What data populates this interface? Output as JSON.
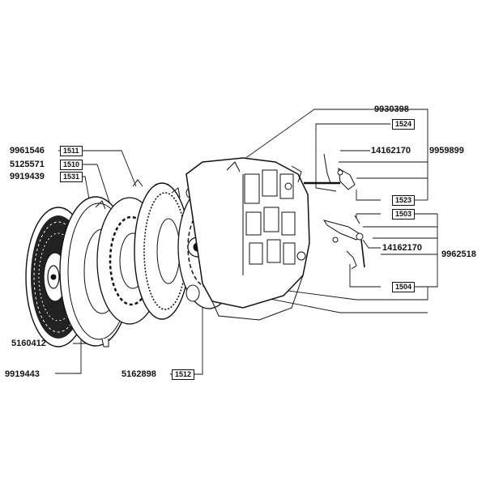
{
  "part_numbers": {
    "p9930398": "9930398",
    "p14162170_top": "14162170",
    "p9959899": "9959899",
    "p14162170_mid": "14162170",
    "p9962518": "9962518",
    "p9961546": "9961546",
    "p5125571": "5125571",
    "p9919439": "9919439",
    "p5160412": "5160412",
    "p9919443": "9919443",
    "p5162898": "5162898"
  },
  "ref_codes": {
    "r1524": "1524",
    "r1523": "1523",
    "r1503": "1503",
    "r1504": "1504",
    "r1511": "1511",
    "r1510": "1510",
    "r1531": "1531",
    "r1512": "1512"
  },
  "colors": {
    "ink": "#111111",
    "paper": "#ffffff",
    "shade": "#555555"
  }
}
